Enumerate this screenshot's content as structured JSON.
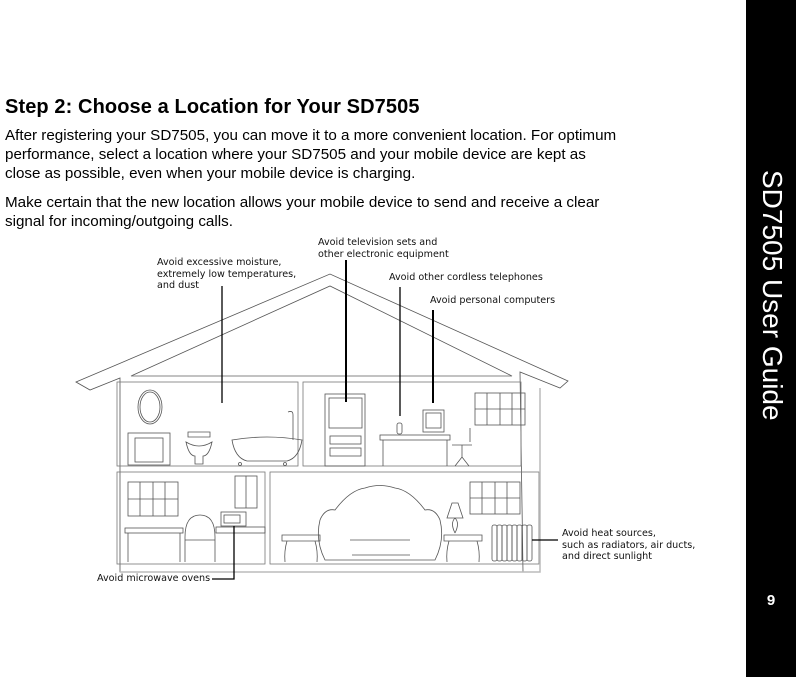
{
  "sidebar": {
    "title": "SD7505 User Guide",
    "page_number": "9",
    "background": "#000000",
    "text_color": "#ffffff"
  },
  "content": {
    "heading": "Step 2: Choose a Location for Your SD7505",
    "paragraph1": [
      "After registering your SD7505, you can move it to a more convenient location. For optimum",
      "performance, select a location where your SD7505 and your mobile device are kept as",
      "close as possible, even when your mobile device is charging."
    ],
    "paragraph2": [
      "Make certain that the new location allows your mobile device to send and receive a clear",
      "signal for incoming/outgoing calls."
    ]
  },
  "illustration": {
    "description": "House cross-section with four rooms: bathroom, office, kitchen, living room",
    "callouts": {
      "moisture": [
        "Avoid excessive moisture,",
        "extremely low temperatures,",
        "and dust"
      ],
      "television": [
        "Avoid television sets and",
        "other electronic equipment"
      ],
      "cordless": [
        "Avoid other cordless telephones"
      ],
      "computers": [
        "Avoid personal computers"
      ],
      "heat": [
        "Avoid heat sources,",
        "such as radiators, air ducts,",
        "and direct sunlight"
      ],
      "microwave": [
        "Avoid microwave ovens"
      ]
    }
  }
}
